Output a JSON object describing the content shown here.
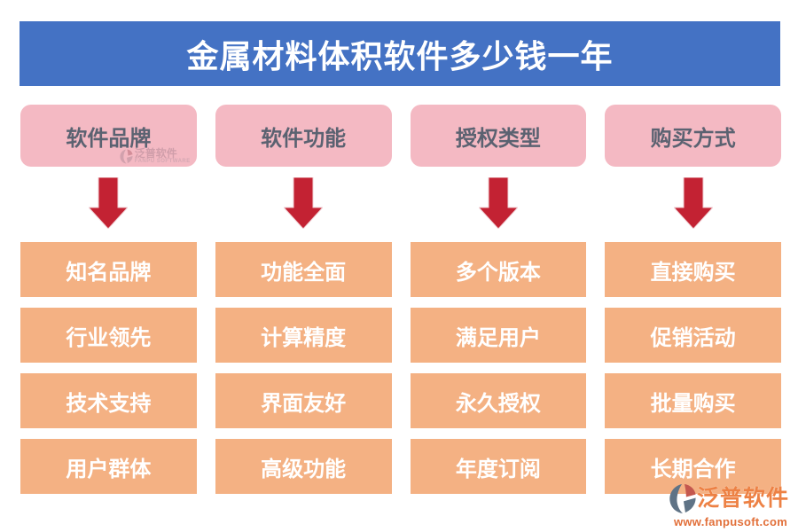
{
  "title": "金属材料体积软件多少钱一年",
  "columns": [
    {
      "header": "软件品牌",
      "items": [
        "知名品牌",
        "行业领先",
        "技术支持",
        "用户群体"
      ]
    },
    {
      "header": "软件功能",
      "items": [
        "功能全面",
        "计算精度",
        "界面友好",
        "高级功能"
      ]
    },
    {
      "header": "授权类型",
      "items": [
        "多个版本",
        "满足用户",
        "永久授权",
        "年度订阅"
      ]
    },
    {
      "header": "购买方式",
      "items": [
        "直接购买",
        "促销活动",
        "批量购买",
        "长期合作"
      ]
    }
  ],
  "watermark": {
    "brand": "泛普软件",
    "sub": "FANPU SOFTWARE"
  },
  "footer": {
    "brand": "泛普软件",
    "url": "www.fanpusoft.com"
  },
  "icons": {
    "arrow": "red-down-arrow",
    "logo": "fanpu-swoosh-logo"
  },
  "colors": {
    "banner_blue": "#4472C4",
    "header_pink": "#F4B9C3",
    "item_orange": "#F4B183",
    "arrow_red": "#C32233",
    "header_text": "#5B6271",
    "brand_orange": "#ED8144",
    "url_orange": "#E2703A"
  }
}
